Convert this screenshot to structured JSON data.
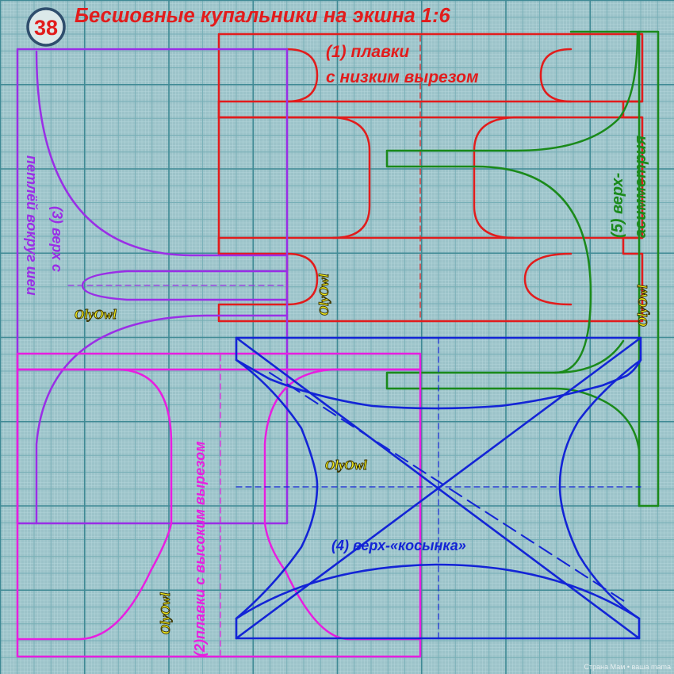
{
  "badge": {
    "number": "38"
  },
  "title": "Бесшовные купальники на экшна 1:6",
  "pieces": {
    "p1": {
      "line1": "(1) плавки",
      "line2": "с низким вырезом"
    },
    "p2": {
      "label": "(2)плавки с высоким вырезом"
    },
    "p3": {
      "line1": "(3) верх с",
      "line2": "петлёй вокруг шеи"
    },
    "p4": {
      "label": "(4) верх-«косынка»"
    },
    "p5": {
      "line1": "(5) верх-",
      "line2": "асимметрия"
    }
  },
  "signatures": {
    "text": "OlyOwl"
  },
  "footer": {
    "credit": "Страна Мам  •  ваша mama"
  },
  "colors": {
    "background": "#9cc3c9",
    "grid_fine": "#b8d8dc",
    "grid_major": "#3f8a95",
    "piece1": "#e21c1c",
    "piece2": "#e81ee0",
    "piece3": "#9a2ee6",
    "piece4": "#1324d6",
    "piece5": "#1a8a1a",
    "title": "#e21c1c",
    "signature": "#f4ee1a"
  }
}
